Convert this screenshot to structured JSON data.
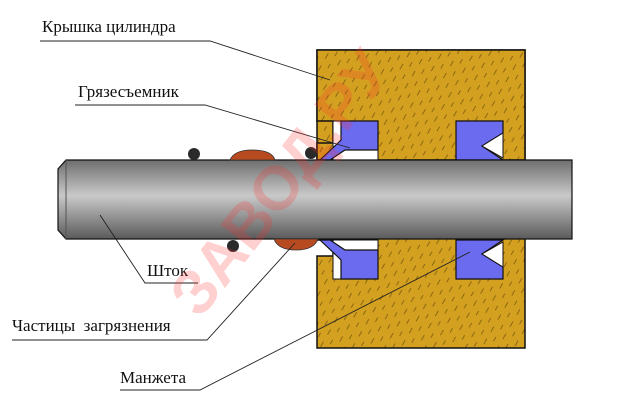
{
  "labels": {
    "cover": "Крышка цилиндра",
    "wiper": "Грязесъемник",
    "rod": "Шток",
    "particles": "Частицы  загрязнения",
    "cuff": "Манжета"
  },
  "watermark": "ЗАВОД.РУ",
  "colors": {
    "housing": "#d4a020",
    "seal": "#6b6bf0",
    "rod": "#8a8a8a",
    "dirt": "#b84a20",
    "particle": "#2a2a2a"
  }
}
